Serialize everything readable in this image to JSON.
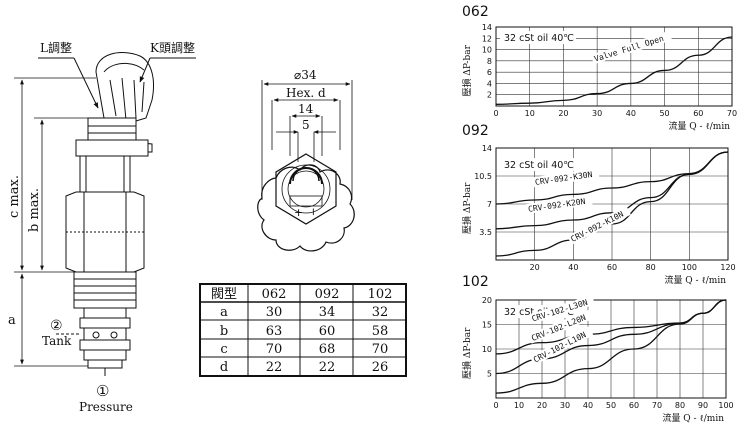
{
  "valve": {
    "l_adjust": "L調整",
    "k_knob_adjust": "K頭調整",
    "dim_c": "c max.",
    "dim_b": "b max.",
    "dim_a": "a",
    "port2_num": "②",
    "port2_label": "Tank",
    "port1_num": "①",
    "port1_label": "Pressure"
  },
  "top_view": {
    "d34": "⌀34",
    "hex": "Hex. d",
    "d14": "14",
    "d5": "5",
    "plus": "+",
    "minus": "I"
  },
  "dim_table": {
    "headers": [
      "閥型",
      "062",
      "092",
      "102"
    ],
    "rows": [
      [
        "a",
        "30",
        "34",
        "32"
      ],
      [
        "b",
        "63",
        "60",
        "58"
      ],
      [
        "c",
        "70",
        "68",
        "70"
      ],
      [
        "d",
        "22",
        "22",
        "26"
      ]
    ]
  },
  "chart_data": [
    {
      "type": "line",
      "title": "062",
      "note": "32 cSt oil 40℃",
      "ylabel": "壓損  ΔP-bar",
      "xlabel": "流量 Q - ℓ/min",
      "xlim": [
        0,
        70
      ],
      "ylim": [
        0,
        14
      ],
      "xticks": [
        0,
        10,
        20,
        30,
        40,
        50,
        60,
        70
      ],
      "yticks": [
        2,
        4,
        6,
        8,
        10,
        12,
        14
      ],
      "grid": true,
      "series": [
        {
          "name": "Valve Full Open",
          "x": [
            0,
            10,
            20,
            30,
            40,
            50,
            60,
            70
          ],
          "y": [
            0.3,
            0.5,
            1.0,
            2.2,
            4.0,
            6.3,
            9.0,
            12.2
          ]
        }
      ]
    },
    {
      "type": "line",
      "title": "092",
      "note": "32 cSt oil 40℃",
      "ylabel": "壓損  ΔP-bar",
      "xlabel": "流量 Q - ℓ/min",
      "xlim": [
        0,
        120
      ],
      "ylim": [
        0,
        14
      ],
      "xticks": [
        20,
        40,
        60,
        80,
        100,
        120
      ],
      "yticks": [
        3.5,
        7,
        10.5,
        14
      ],
      "grid": true,
      "series": [
        {
          "name": "CRV-092-K30N",
          "x": [
            0,
            20,
            40,
            60,
            80,
            100,
            120
          ],
          "y": [
            7.0,
            7.5,
            8.2,
            9.0,
            9.8,
            10.8,
            13.5
          ]
        },
        {
          "name": "CRV-092-K20N",
          "x": [
            0,
            20,
            40,
            60,
            80,
            100,
            120
          ],
          "y": [
            3.9,
            4.3,
            5.0,
            5.9,
            7.8,
            10.7,
            13.5
          ]
        },
        {
          "name": "CRV-092-K10N",
          "x": [
            0,
            20,
            40,
            60,
            80,
            100,
            120
          ],
          "y": [
            0.5,
            1.2,
            2.5,
            4.5,
            7.3,
            10.7,
            13.5
          ]
        }
      ]
    },
    {
      "type": "line",
      "title": "102",
      "note": "32 cSt oil 40℃",
      "ylabel": "壓損  ΔP-bar",
      "xlabel": "流量 Q - ℓ/min",
      "xlim": [
        0,
        100
      ],
      "ylim": [
        0,
        20
      ],
      "xticks": [
        0,
        10,
        20,
        30,
        40,
        50,
        60,
        70,
        80,
        90,
        100
      ],
      "yticks": [
        5,
        10,
        15,
        20
      ],
      "grid": true,
      "series": [
        {
          "name": "CRV-102-L30N",
          "x": [
            0,
            20,
            40,
            60,
            80,
            90,
            100
          ],
          "y": [
            9.0,
            11.3,
            13.0,
            14.4,
            15.3,
            17.3,
            20.0
          ]
        },
        {
          "name": "CRV-102-L20N",
          "x": [
            0,
            20,
            40,
            60,
            80,
            90,
            100
          ],
          "y": [
            5.0,
            8.0,
            10.7,
            13.0,
            15.2,
            17.3,
            20.0
          ]
        },
        {
          "name": "CRV-102-L10N",
          "x": [
            0,
            20,
            40,
            60,
            80,
            90,
            100
          ],
          "y": [
            1.0,
            3.0,
            6.0,
            10.0,
            15.1,
            17.3,
            20.0
          ]
        }
      ]
    }
  ]
}
